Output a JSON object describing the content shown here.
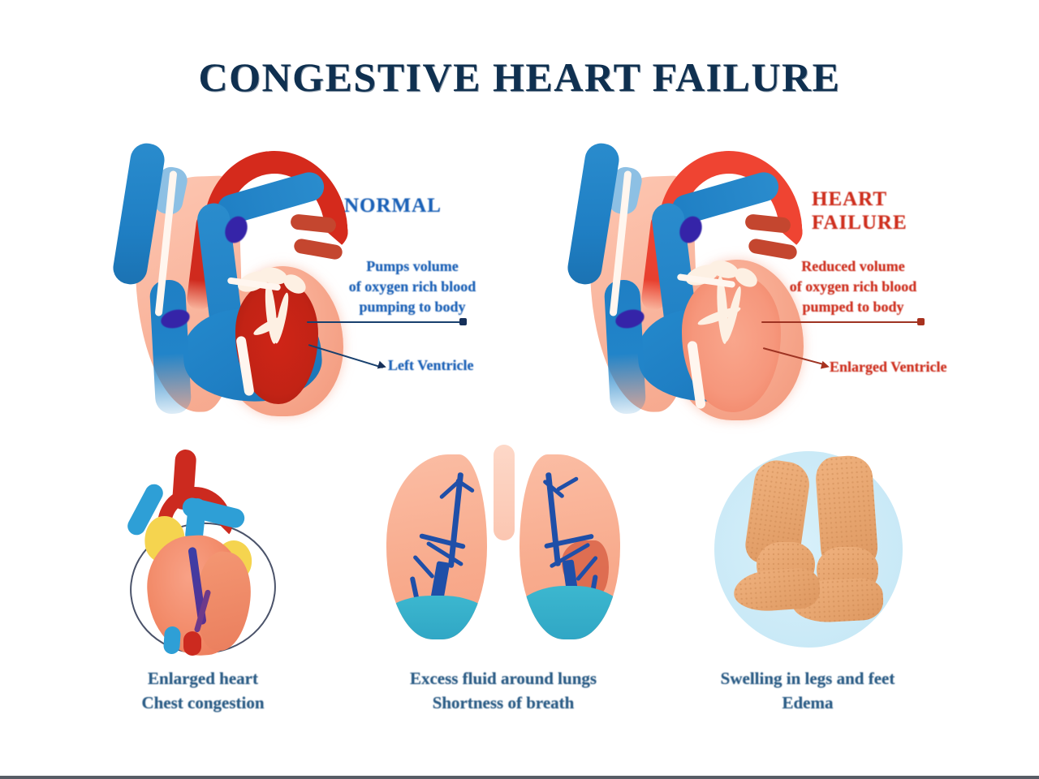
{
  "poster": {
    "title": "CONGESTIVE HEART FAILURE",
    "title_color": "#0f3050",
    "background_color": "#ffffff"
  },
  "panels": {
    "normal": {
      "heading": "NORMAL",
      "heading_color": "#1b62b8",
      "description_line1": "Pumps volume",
      "description_line2": "of oxygen rich blood",
      "description_line3": "pumping to body",
      "callout": "Left Ventricle",
      "diagram_name": "normal-heart-cross-section"
    },
    "failure": {
      "heading_line1": "HEART",
      "heading_line2": "FAILURE",
      "heading_color": "#cf2f1e",
      "description_line1": "Reduced volume",
      "description_line2": "of oxygen rich blood",
      "description_line3": "pumped to body",
      "callout": "Enlarged Ventricle",
      "diagram_name": "failing-heart-cross-section"
    }
  },
  "symptoms": [
    {
      "id": "enlarged-heart",
      "caption_line1": "Enlarged heart",
      "caption_line2": "Chest congestion",
      "diagram_name": "anatomical-heart"
    },
    {
      "id": "pulmonary-edema",
      "caption_line1": "Excess fluid around lungs",
      "caption_line2": "Shortness of breath",
      "diagram_name": "lungs-with-fluid"
    },
    {
      "id": "peripheral-edema",
      "caption_line1": "Swelling in legs and feet",
      "caption_line2": "Edema",
      "diagram_name": "swollen-feet"
    }
  ],
  "palette": {
    "deoxygenated_blue": "#1f7fc4",
    "oxygenated_red": "#d52a1c",
    "myocardium_salmon": "#f7a98f",
    "fluid_teal": "#2fa5c4",
    "skin_tan": "#e6a46e",
    "caption_blue": "#2a5c86"
  }
}
